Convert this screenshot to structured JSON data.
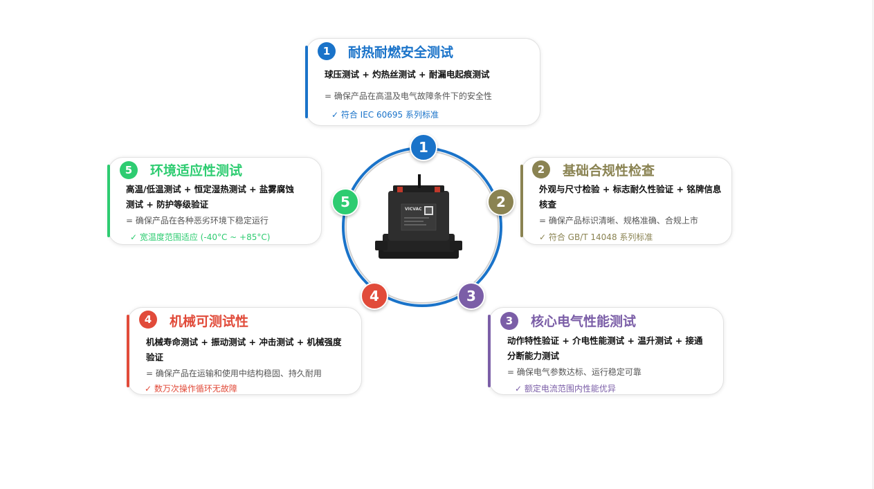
{
  "colors": {
    "blue": "#1a73c9",
    "olive": "#8a8352",
    "purple": "#7b5ea7",
    "red": "#e14b3a",
    "green": "#2ecc71"
  },
  "product_label": {
    "brand": "VICVAC"
  },
  "ring_nodes": [
    "1",
    "2",
    "3",
    "4",
    "5"
  ],
  "cards": [
    {
      "num": "1",
      "title": "耐热耐燃安全测试",
      "items": "球压测试 + 灼热丝测试 + 耐漏电起痕测试",
      "desc": "= 确保产品在高温及电气故障条件下的安全性",
      "note": "✓ 符合 IEC 60695 系列标准"
    },
    {
      "num": "2",
      "title": "基础合规性检查",
      "items": "外观与尺寸检验 + 标志耐久性验证 + 铭牌信息核查",
      "desc": "= 确保产品标识清晰、规格准确、合规上市",
      "note": "✓ 符合 GB/T 14048 系列标准"
    },
    {
      "num": "3",
      "title": "核心电气性能测试",
      "items": "动作特性验证 + 介电性能测试 + 温升测试 + 接通分断能力测试",
      "desc": "= 确保电气参数达标、运行稳定可靠",
      "note": "✓ 额定电流范围内性能优异"
    },
    {
      "num": "4",
      "title": "机械可测试性",
      "items": "机械寿命测试 + 振动测试 + 冲击测试 + 机械强度验证",
      "desc": "= 确保产品在运输和使用中结构稳固、持久耐用",
      "note": "✓ 数万次操作循环无故障"
    },
    {
      "num": "5",
      "title": "环境适应性测试",
      "items": "高温/低温测试 + 恒定湿热测试 + 盐雾腐蚀测试 + 防护等级验证",
      "desc": "= 确保产品在各种恶劣环境下稳定运行",
      "note": "✓ 宽温度范围适应 (-40°C ~ +85°C)"
    }
  ]
}
